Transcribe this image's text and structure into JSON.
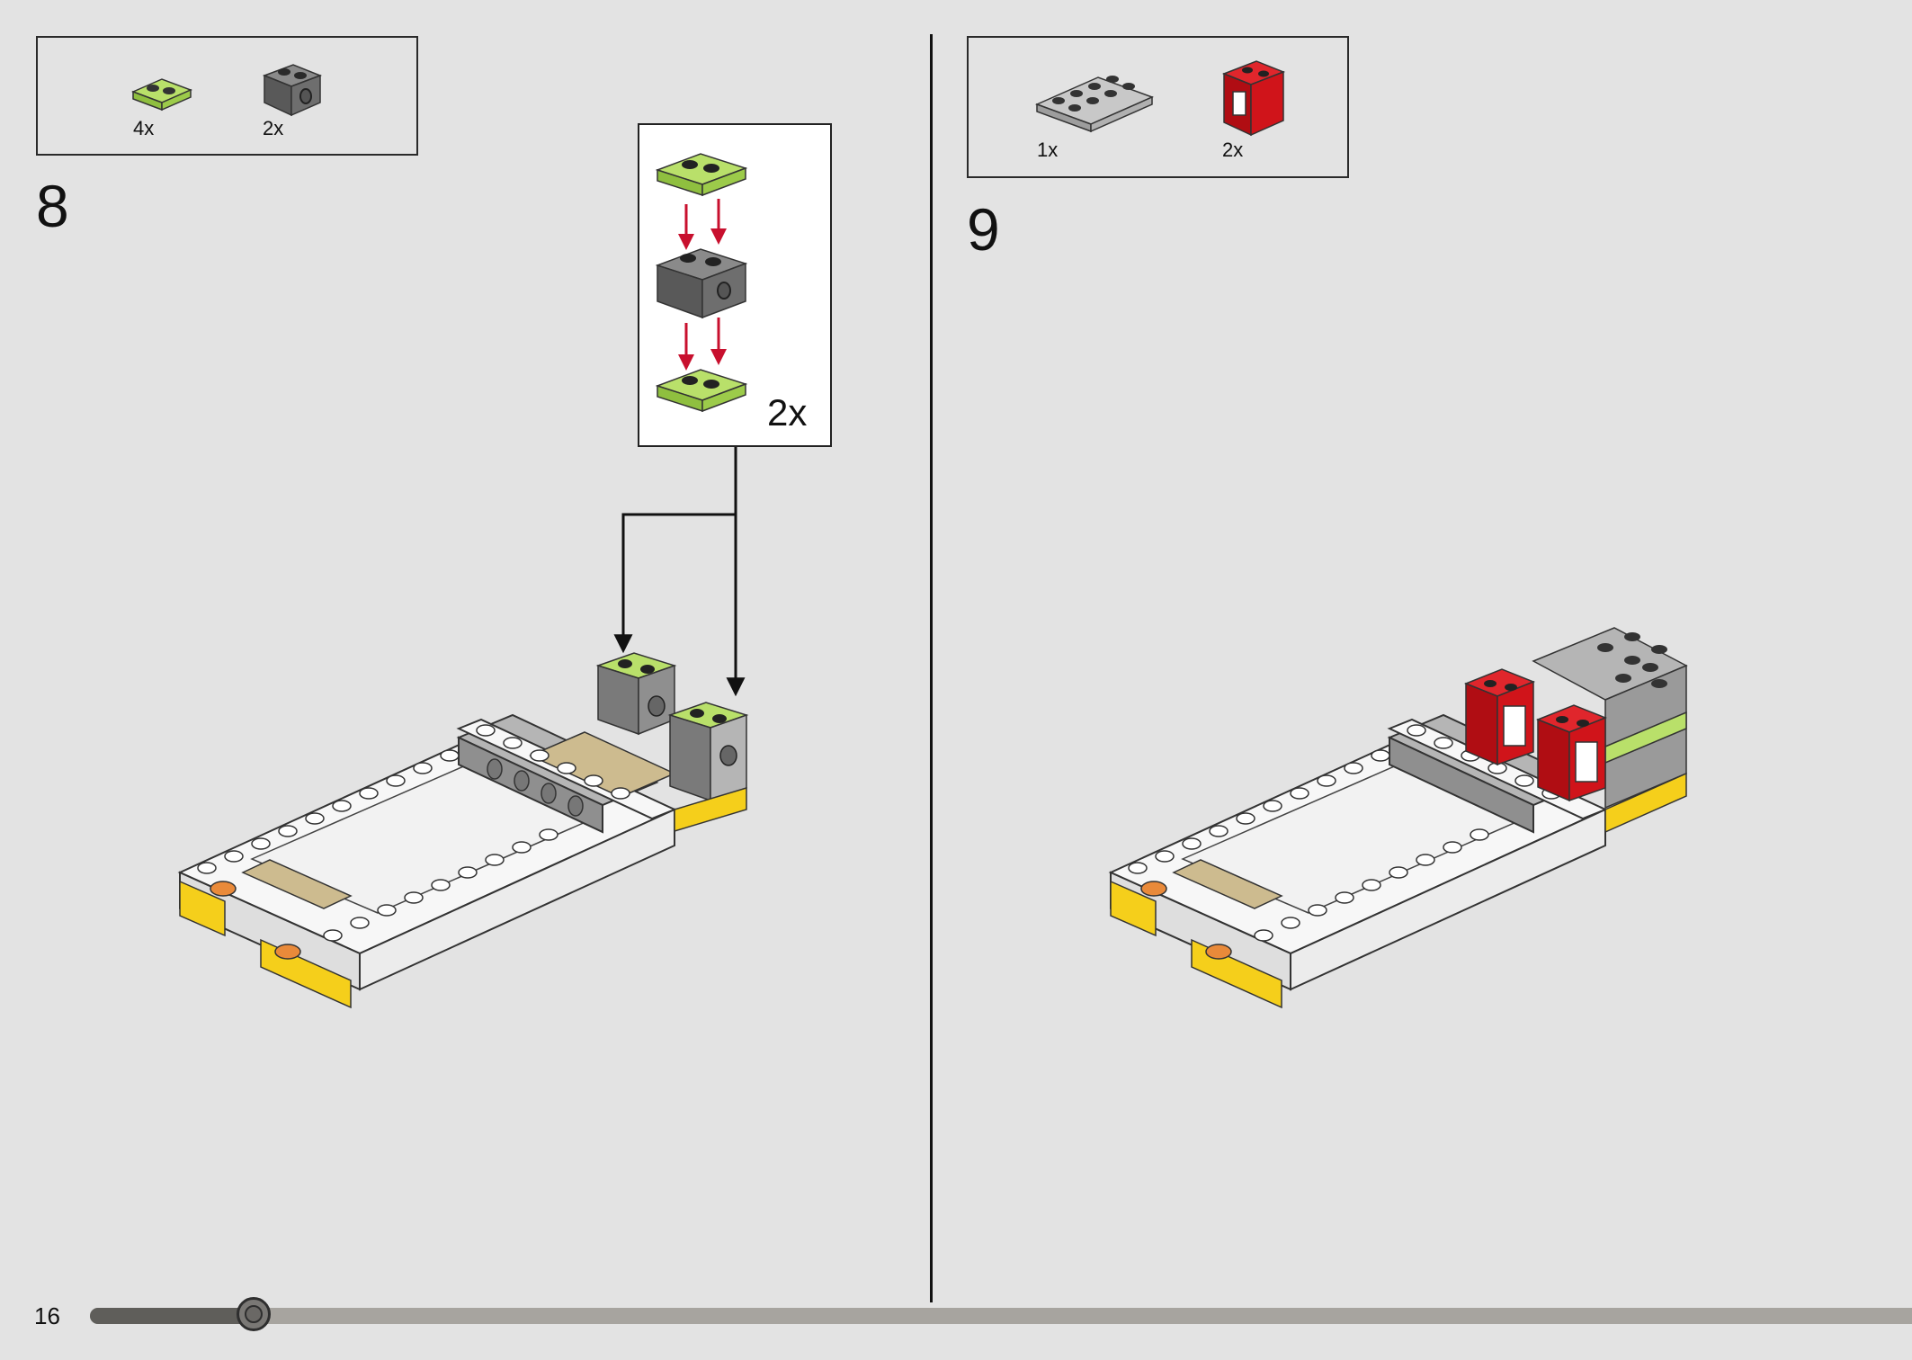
{
  "page": {
    "number": "16",
    "progress_fraction": 0.09
  },
  "step8": {
    "number": "8",
    "parts": [
      {
        "qty": "4x",
        "part": "lime-plate-1x2"
      },
      {
        "qty": "2x",
        "part": "dark-gray-technic-brick-1x2"
      }
    ],
    "callout_multiplier": "2x"
  },
  "step9": {
    "number": "9",
    "parts": [
      {
        "qty": "1x",
        "part": "light-gray-plate-2x4"
      },
      {
        "qty": "2x",
        "part": "red-window-frame-1x2x2"
      }
    ]
  },
  "colors": {
    "background": "#e3e3e3",
    "lime": "#a6d65a",
    "dark_gray": "#6b6b6b",
    "light_gray": "#b5b5b5",
    "red": "#d0141a",
    "arrow_red": "#c8102e",
    "white_brick": "#f7f7f7",
    "tan": "#cdbb8f",
    "yellow": "#f5cf1b",
    "orange": "#e98a3a"
  }
}
